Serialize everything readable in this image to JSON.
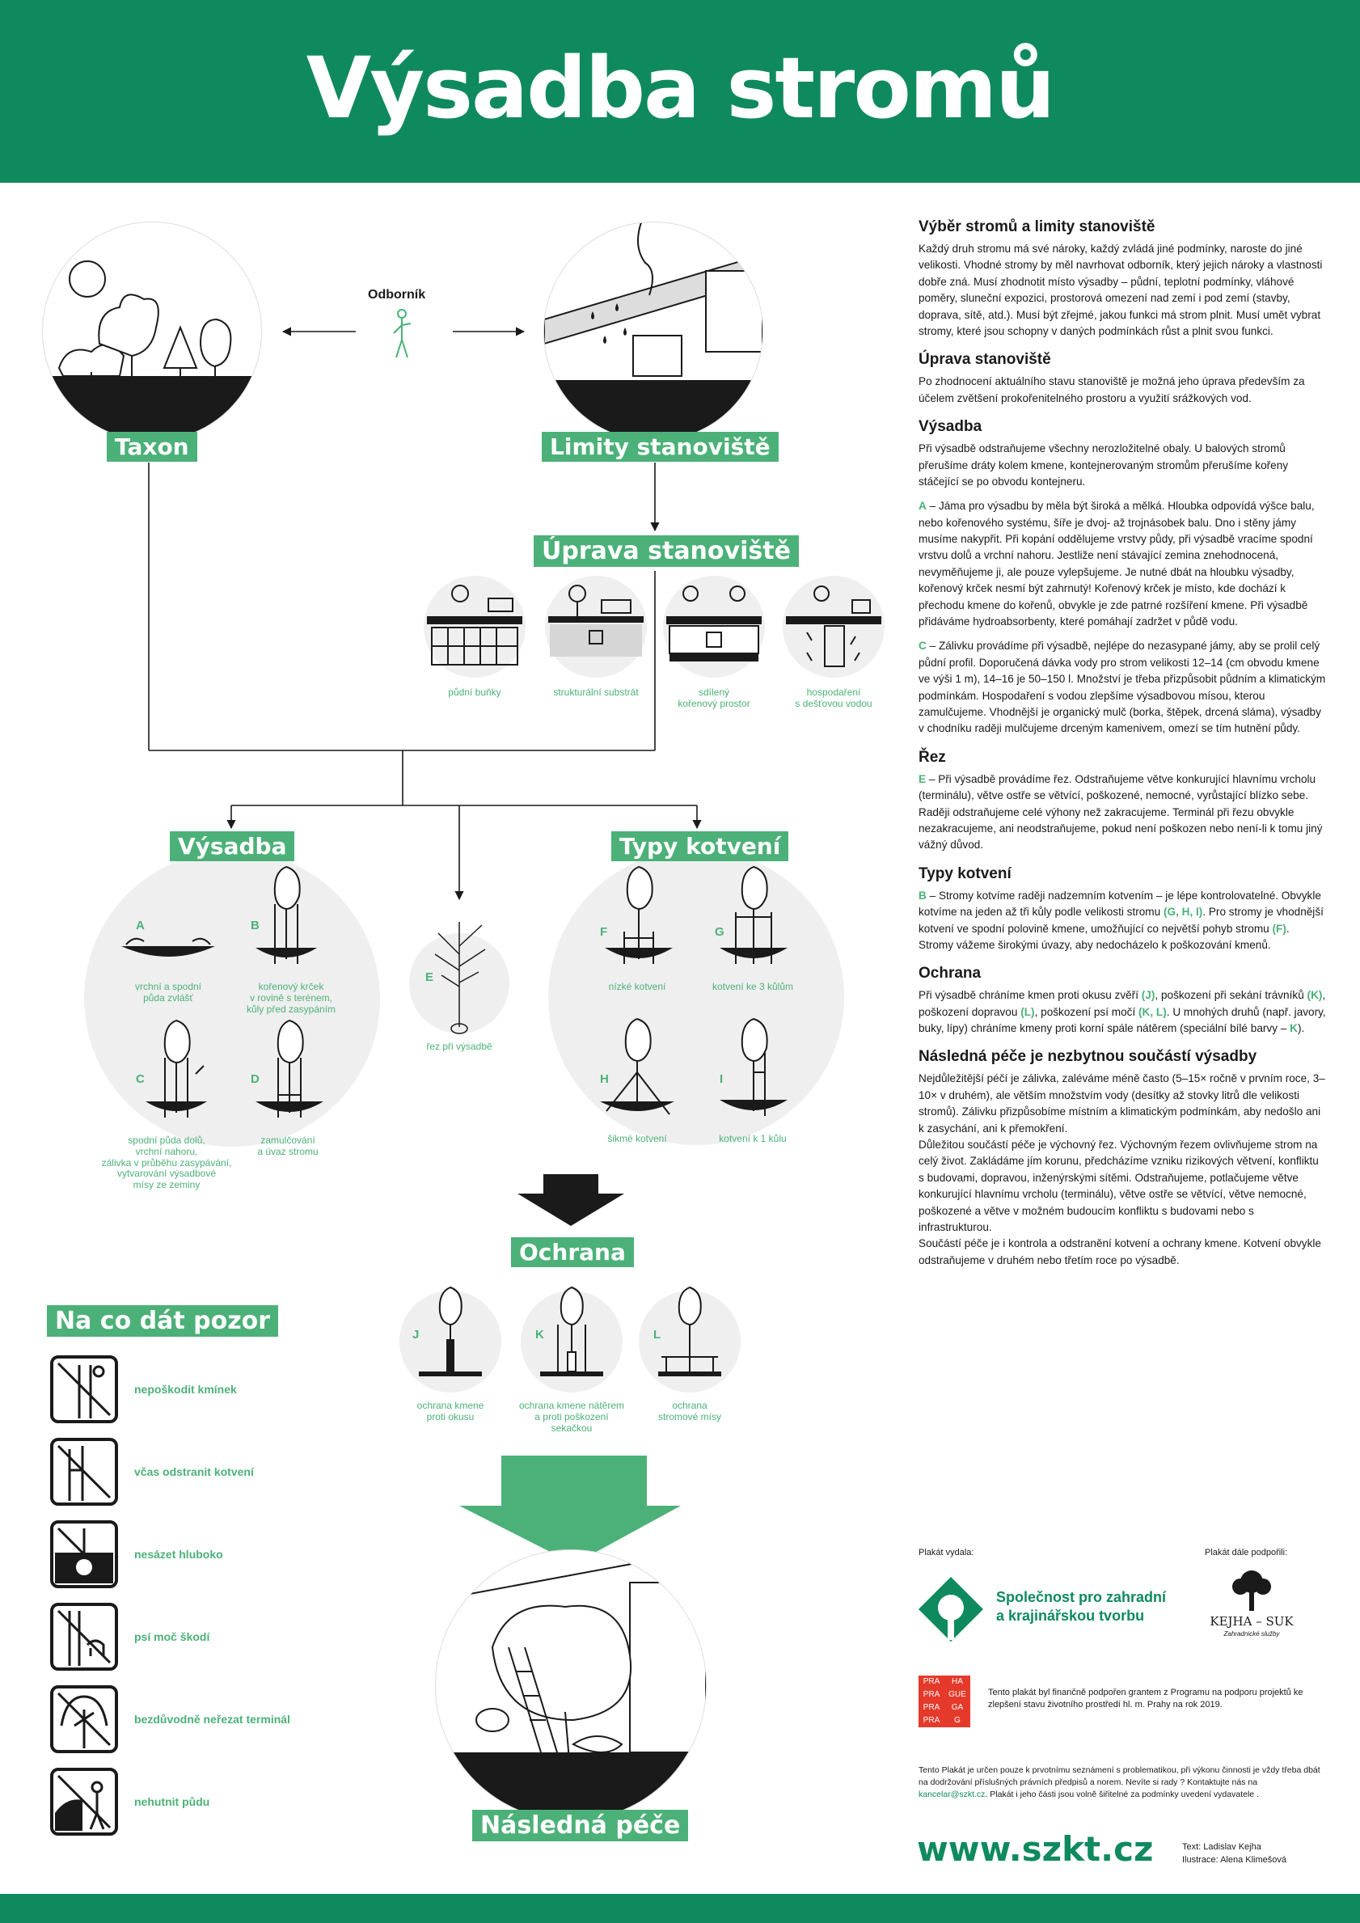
{
  "header": {
    "title": "Výsadba stromů"
  },
  "flow": {
    "expert": "Odborník",
    "taxon": "Taxon",
    "site_limits": "Limity stanoviště",
    "site_prep": "Úprava stanoviště",
    "site_prep_items": [
      {
        "label": "půdní buňky"
      },
      {
        "label": "strukturální substrát"
      },
      {
        "label": "sdílený\nkořenový prostor"
      },
      {
        "label": "hospodaření\ns dešťovou vodou"
      }
    ],
    "planting": "Výsadba",
    "planting_items": [
      {
        "letter": "A",
        "caption": "vrchní a spodní\npůda zvlášť"
      },
      {
        "letter": "B",
        "caption": "kořenový krček\nv rovině s terénem,\nkůly před zasypáním"
      },
      {
        "letter": "C",
        "caption": "spodní půda dolů,\nvrchní nahoru,\nzálivka v průběhu zasypávání,\nvytvarování výsadbové\nmísy ze zeminy"
      },
      {
        "letter": "D",
        "caption": "zamulčování\na úvaz stromu"
      }
    ],
    "cut": {
      "letter": "E",
      "caption": "řez při výsadbě"
    },
    "anchoring": "Typy kotvení",
    "anchoring_items": [
      {
        "letter": "F",
        "caption": "nízké kotvení"
      },
      {
        "letter": "G",
        "caption": "kotvení ke 3 kůlům"
      },
      {
        "letter": "H",
        "caption": "šikmé kotvení"
      },
      {
        "letter": "I",
        "caption": "kotvení k 1 kůlu"
      }
    ],
    "protection": "Ochrana",
    "protection_items": [
      {
        "letter": "J",
        "caption": "ochrana kmene\nproti okusu"
      },
      {
        "letter": "K",
        "caption": "ochrana kmene nátěrem\na proti poškození\nsekačkou"
      },
      {
        "letter": "L",
        "caption": "ochrana\nstromové mísy"
      }
    ],
    "aftercare": "Následná péče"
  },
  "warnings": {
    "title": "Na co dát pozor",
    "items": [
      {
        "label": "nepoškodit kmínek",
        "icon": "damaged-trunk-icon"
      },
      {
        "label": "včas odstranit kotvení",
        "icon": "remove-anchoring-icon"
      },
      {
        "label": "nesázet hluboko",
        "icon": "deep-planting-icon"
      },
      {
        "label": "psí moč škodí",
        "icon": "dog-urine-icon"
      },
      {
        "label": "bezdůvodně neřezat terminál",
        "icon": "terminal-cut-icon"
      },
      {
        "label": "nehutnit půdu",
        "icon": "soil-compaction-icon"
      }
    ]
  },
  "text": {
    "s1": {
      "title": "Výběr stromů a limity stanoviště",
      "body": "Každý druh stromu má své nároky, každý zvládá jiné podmínky, naroste do jiné velikosti. Vhodné stromy by měl navrhovat odborník, který jejich nároky a vlastnosti dobře zná. Musí zhodnotit místo výsadby – půdní, teplotní podmínky, vláhové poměry, sluneční expozici, prostorová omezení nad zemí i pod zemí (stavby, doprava, sítě, atd.). Musí být zřejmé, jakou funkci má strom plnit. Musí umět vybrat stromy, které jsou schopny v daných podmínkách růst a plnit svou funkci."
    },
    "s2": {
      "title": "Úprava stanoviště",
      "body": "Po zhodnocení aktuálního stavu stanoviště je možná jeho úprava především za účelem zvětšení prokořenitelného prostoru a využití srážkových vod."
    },
    "s3": {
      "title": "Výsadba",
      "p1": "Při výsadbě odstraňujeme všechny nerozložitelné obaly. U balových stromů přerušíme dráty kolem kmene, kontejnerovaným stromům přerušíme kořeny stáčející se po obvodu kontejneru.",
      "a_letter": "A",
      "a_text": " – Jáma pro výsadbu by měla být široká a mělká. Hloubka odpovídá výšce balu, nebo kořenového systému, šíře je dvoj- až trojnásobek balu. Dno i stěny jámy musíme nakypřit. Při kopání oddělujeme vrstvy půdy, při výsadbě vracíme spodní vrstvu dolů a vrchní nahoru. Jestliže není stávající zemina znehodnocená, nevyměňujeme ji, ale pouze vylepšujeme. Je nutné dbát na hloubku výsadby, kořenový krček nesmí být zahrnutý! Kořenový krček je místo, kde dochází k přechodu kmene do kořenů, obvykle je zde patrné rozšíření kmene. Při výsadbě přidáváme hydroabsorbenty, které pomáhají zadržet v půdě vodu.",
      "c_letter": "C",
      "c_text": " – Zálivku provádíme při výsadbě, nejlépe do nezasypané jámy, aby se prolil celý půdní profil. Doporučená dávka vody pro strom velikosti 12–14 (cm obvodu kmene ve výši 1 m), 14–16 je 50–150 l. Množství je třeba přizpůsobit půdním a klimatickým podmínkám. Hospodaření s vodou zlepšíme výsadbovou mísou, kterou zamulčujeme. Vhodnější je organický mulč (borka, štěpek, drcená sláma), výsadby v chodníku raději mulčujeme drceným kamenivem, omezí se tím hutnění půdy."
    },
    "s4": {
      "title": "Řez",
      "e_letter": "E",
      "e_text": " – Při výsadbě provádíme řez. Odstraňujeme větve konkurující hlavnímu vrcholu (terminálu), větve ostře se větvící, poškozené, nemocné, vyrůstající blízko sebe. Raději odstraňujeme celé výhony než zakracujeme. Terminál při řezu obvykle nezakracujeme, ani neodstraňujeme, pokud není poškozen nebo není-li k tomu jiný vážný důvod."
    },
    "s5": {
      "title": "Typy kotvení",
      "b_letter": "B",
      "b_text": " – Stromy kotvíme raději nadzemním kotvením – je lépe kontrolovatelné. Obvykle kotvíme na jeden až tři kůly podle velikosti stromu",
      "b_ref1": " (G, H, I)",
      "b_text2": ". Pro stromy je vhodnější kotvení ve spodní polovině kmene, umožňující co největší pohyb stromu",
      "b_ref2": " (F)",
      "b_text3": ". Stromy vážeme širokými úvazy, aby nedocházelo k poškozování kmenů."
    },
    "s6": {
      "title": "Ochrana",
      "t1": "Při výsadbě chráníme kmen proti okusu zvěří ",
      "r1": "(J)",
      "t2": ", poškození při sekání trávníků ",
      "r2": "(K)",
      "t3": ", poškození dopravou ",
      "r3": "(L)",
      "t4": ", poškození psí močí ",
      "r4": "(K, L)",
      "t5": ". U mnohých druhů (např. javory, buky, lípy) chráníme kmeny proti korní spále nátěrem (speciální bílé barvy – ",
      "r5": "K",
      "t6": ")."
    },
    "s7": {
      "title": "Následná péče je nezbytnou součástí výsadby",
      "p1": "Nejdůležitější péčí je zálivka, zaléváme méně často (5–15× ročně v prvním roce, 3–10× v druhém), ale větším množstvím vody (desítky až stovky litrů dle velikosti stromů). Zálivku přizpůsobíme místním a klimatickým podmínkám, aby nedošlo ani k zasychání, ani k přemokření.",
      "p2": "Důležitou součástí péče je výchovný řez. Výchovným řezem ovlivňujeme strom na celý život. Zakládáme jím korunu, předcházíme vzniku rizikových větvení, konfliktu s budovami, dopravou, inženýrskými sítěmi. Odstraňujeme, potlačujeme větve konkurující hlavnímu vrcholu (terminálu), větve ostře se větvící, větve nemocné, poškozené a větve v možném budoucím konfliktu s budovami nebo s infrastrukturou.",
      "p3": "Součástí péče je i kontrola a odstranění kotvení a ochrany kmene. Kotvení obvykle odstraňujeme v druhém nebo třetím roce po výsadbě."
    }
  },
  "credits": {
    "published_by": "Plakát vydala:",
    "supported_by": "Plakát dále podpořili:",
    "org_name_1": "Společnost pro zahradní",
    "org_name_2": "a krajinářskou tvorbu",
    "kejha_name": "KEJHA – SUK",
    "kejha_sub": "Zahradnické služby",
    "praha_tiles": [
      "PRA",
      "HA",
      "PRA",
      "GUE",
      "PRA",
      "GA",
      "PRA",
      "G"
    ],
    "grant_text": "Tento plakát byl finančně podpořen grantem z Programu na podporu projektů ke zlepšení stavu životního prostředí hl. m. Prahy na rok 2019.",
    "disclaimer_1": "Tento Plakát je určen pouze k prvotnímu seznámení s problematikou, při výkonu činnosti je vždy třeba dbát na dodržování příslušných právních předpisů a norem. Nevíte si rady ? Kontaktujte nás na ",
    "email": "kancelar@szkt.cz",
    "disclaimer_2": ". Plakát i jeho části jsou volně šiřitelné za podmínky uvedení vydavatele .",
    "website": "www.szkt.cz",
    "text_author": "Text: Ladislav Kejha",
    "illustration_author": "Ilustrace: Alena Klimešová"
  },
  "colors": {
    "dark_green": "#0f8a5f",
    "light_green": "#4cb178",
    "circle_gray": "#efefef",
    "praha_red": "#e53a2b"
  }
}
